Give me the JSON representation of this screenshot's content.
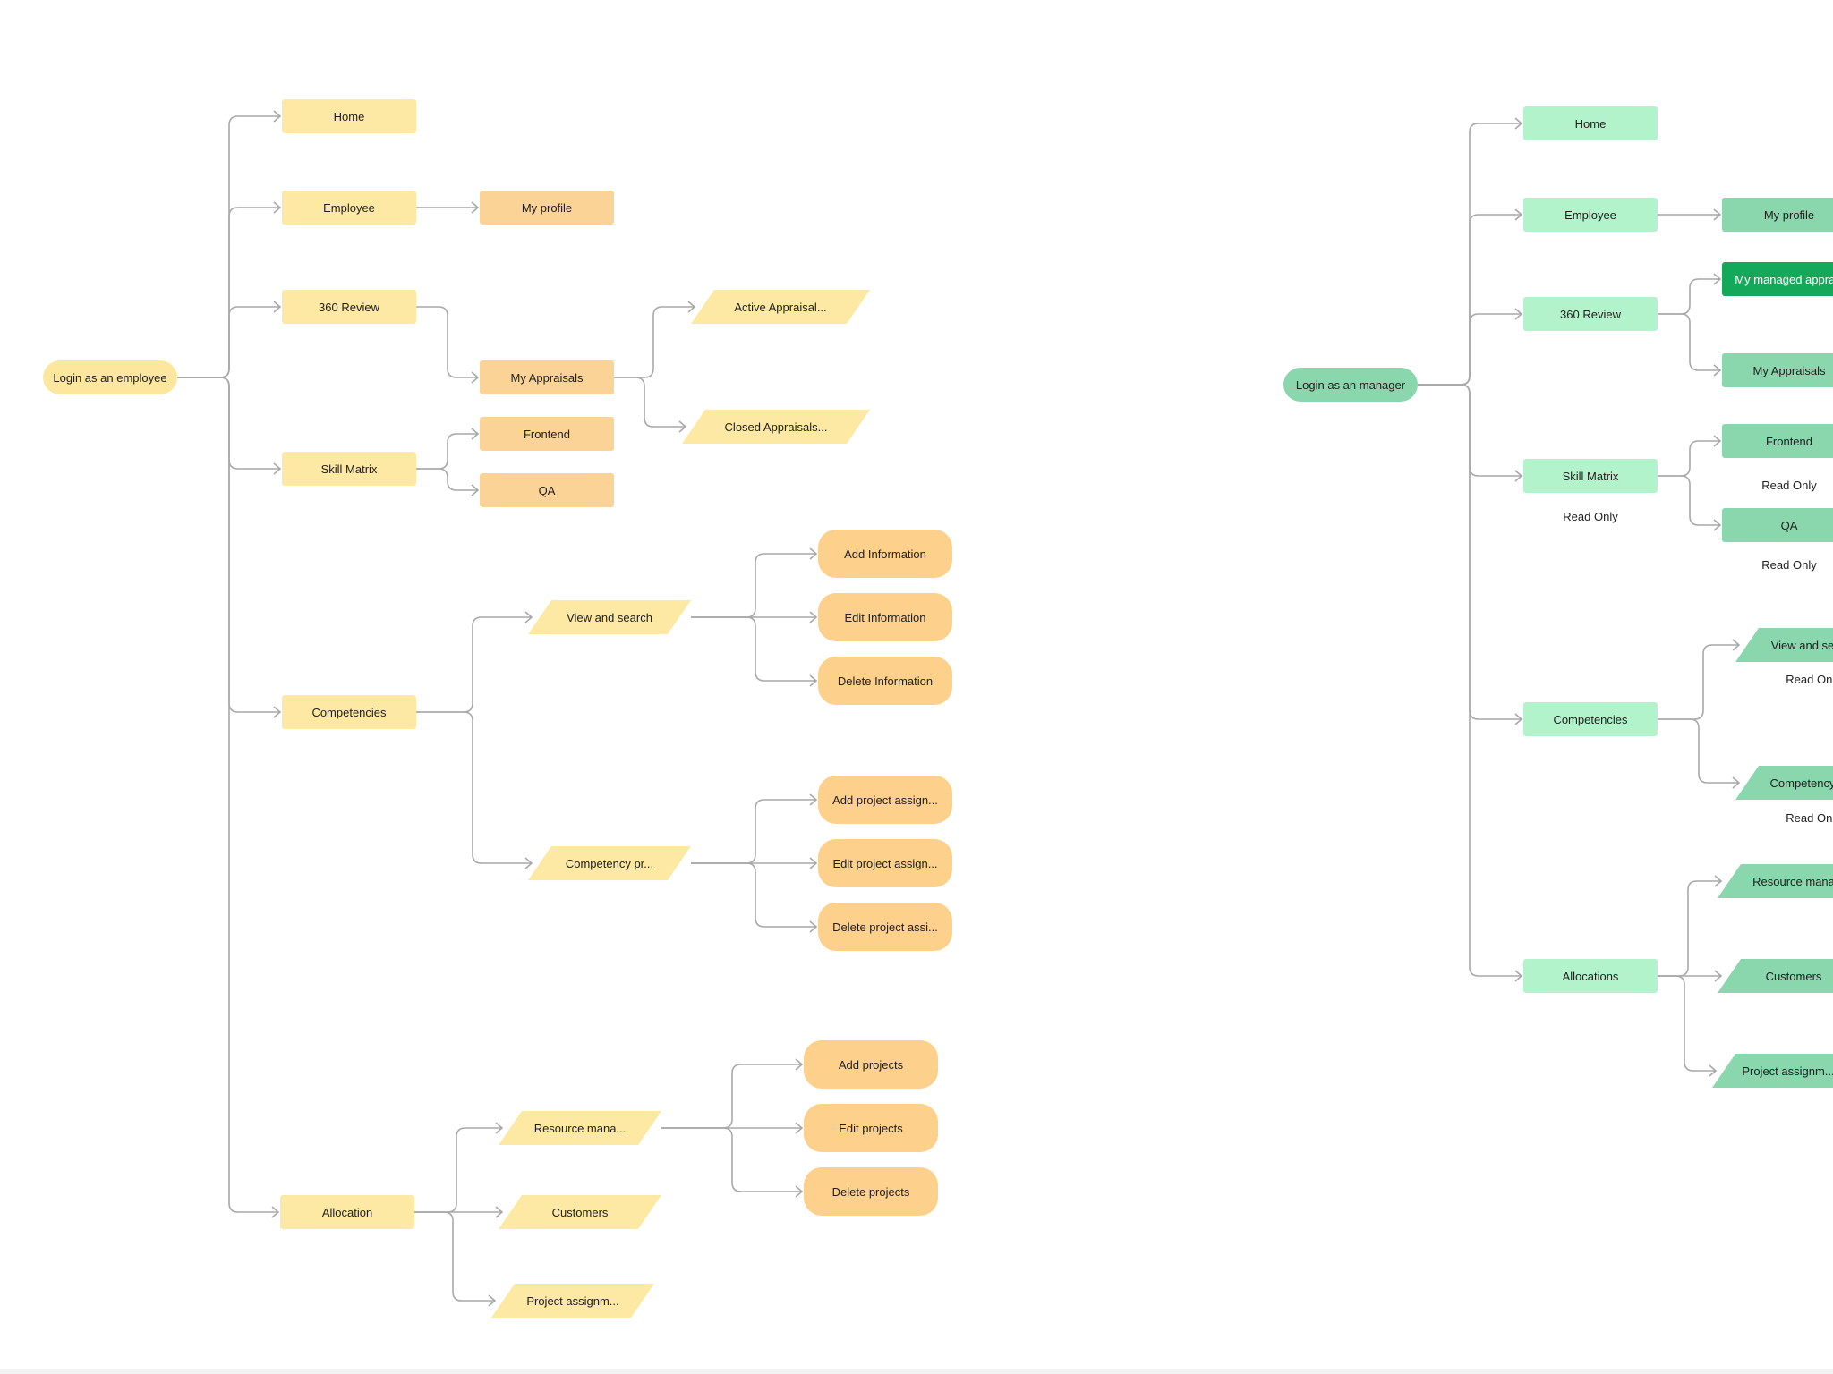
{
  "colors": {
    "yellow_light": "#fde9a4",
    "orange": "#fbd397",
    "orange_pill": "#fdd08c",
    "employee_root": "#fde79e",
    "mint": "#b3f3cb",
    "green": "#8ad7ae",
    "green_dark": "#14a85a",
    "manager_root": "#8ad7ae",
    "connector": "#a9a9a9"
  },
  "employee_map": {
    "root": "Login as an employee",
    "home": "Home",
    "employee": "Employee",
    "my_profile": "My profile",
    "review_360": "360 Review",
    "my_appraisals": "My Appraisals",
    "active_appraisal": "Active Appraisal...",
    "closed_appraisals": "Closed Appraisals...",
    "skill_matrix": "Skill Matrix",
    "frontend": "Frontend",
    "qa": "QA",
    "competencies": "Competencies",
    "view_and_search": "View and search",
    "add_information": "Add Information",
    "edit_information": "Edit Information",
    "delete_information": "Delete Information",
    "competency_pr": "Competency pr...",
    "add_project_assign": "Add project assign...",
    "edit_project_assign": "Edit project assign...",
    "delete_project_assi": "Delete project assi...",
    "allocation": "Allocation",
    "resource_mana": "Resource mana...",
    "customers": "Customers",
    "project_assignm": "Project assignm...",
    "add_projects": "Add projects",
    "edit_projects": "Edit projects",
    "delete_projects": "Delete projects"
  },
  "manager_map": {
    "root": "Login as an manager",
    "home": "Home",
    "employee": "Employee",
    "my_profile": "My profile",
    "review_360": "360 Review",
    "my_managed_apprais": "My managed apprais",
    "my_appraisals": "My Appraisals",
    "skill_matrix": "Skill Matrix",
    "skill_matrix_note": "Read Only",
    "frontend": "Frontend",
    "frontend_note": "Read Only",
    "qa": "QA",
    "qa_note": "Read Only",
    "competencies": "Competencies",
    "view_and_se": "View and se",
    "view_and_se_note": "Read Only",
    "competency": "Competency",
    "competency_note": "Read Only",
    "allocations": "Allocations",
    "resource_mana": "Resource mana",
    "customers": "Customers",
    "project_assignm": "Project assignm..."
  }
}
